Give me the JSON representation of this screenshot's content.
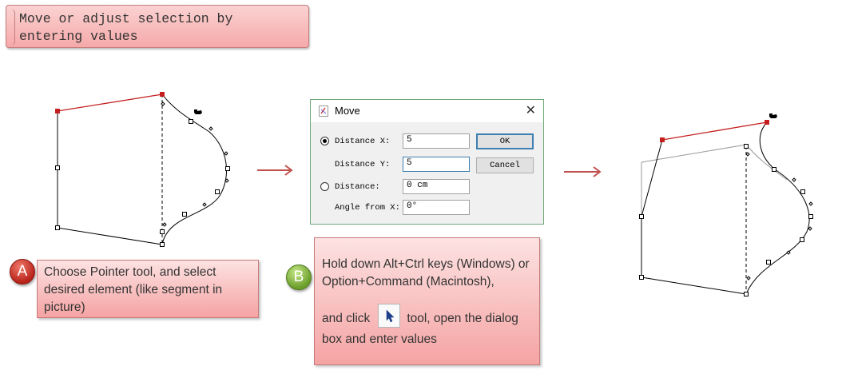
{
  "title": "Move or adjust selection by entering values",
  "callout_a": {
    "badge": "A",
    "text": "Choose Pointer tool, and select desired element  (like segment in picture)"
  },
  "callout_b": {
    "badge": "B",
    "line1": "Hold down Alt+Ctrl keys (Windows) or Option+Command (Macintosh),",
    "line2_pre": "and click",
    "line2_post": "tool, open the dialog box and enter values"
  },
  "dialog": {
    "title": "Move",
    "close": "✕",
    "distance_x_label": "Distance X:",
    "distance_x_value": "5",
    "distance_y_label": "Distance Y:",
    "distance_y_value": "5",
    "distance_label": "Distance:",
    "distance_value": "0 cm",
    "angle_label": "Angle from X:",
    "angle_value": "0°",
    "ok": "OK",
    "cancel": "Cancel",
    "selected_option": "Distance X"
  },
  "colors": {
    "accent_red": "#c41e1e",
    "arrow": "#c0504d",
    "callout_fill": "#f5a3a3",
    "dialog_border": "#70a878"
  }
}
